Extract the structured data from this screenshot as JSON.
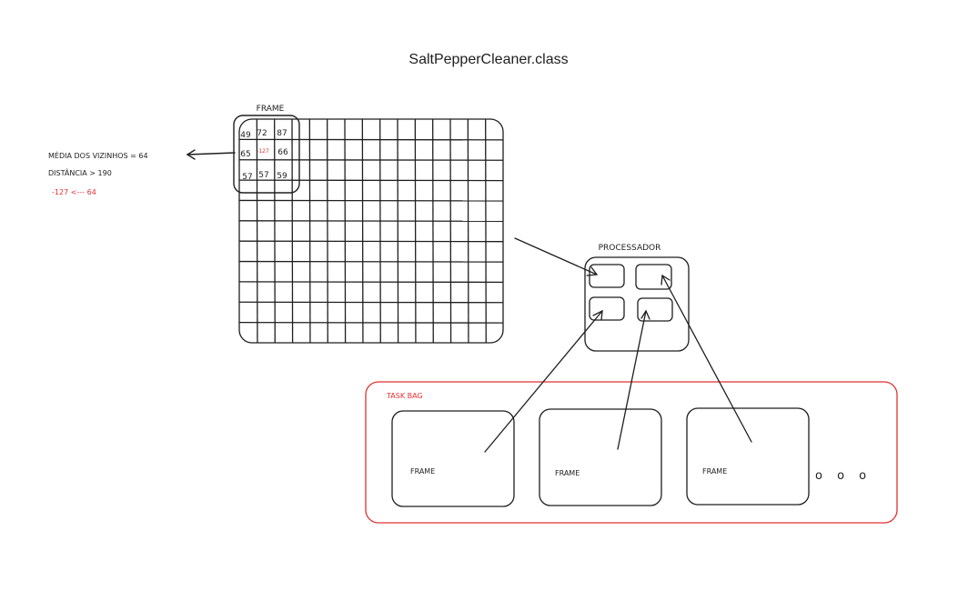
{
  "title": "SaltPepperCleaner.class",
  "frame": {
    "label": "FRAME",
    "window": {
      "top": [
        "49",
        "72",
        "87"
      ],
      "middle": [
        "65",
        "-127",
        "66"
      ],
      "bottom": [
        "57",
        "57",
        "59"
      ]
    }
  },
  "notes": {
    "line1": "MÉDIA DOS VIZINHOS = 64",
    "line2": "DISTÂNCIA > 190",
    "line3": "-127 <--- 64"
  },
  "processor": {
    "label": "PROCESSADOR"
  },
  "task_bag": {
    "label": "TASK BAG",
    "frames": [
      "FRAME",
      "FRAME",
      "FRAME"
    ],
    "ellipsis": "o o o"
  },
  "colors": {
    "ink": "#1e1e1e",
    "accent": "#e03131"
  }
}
